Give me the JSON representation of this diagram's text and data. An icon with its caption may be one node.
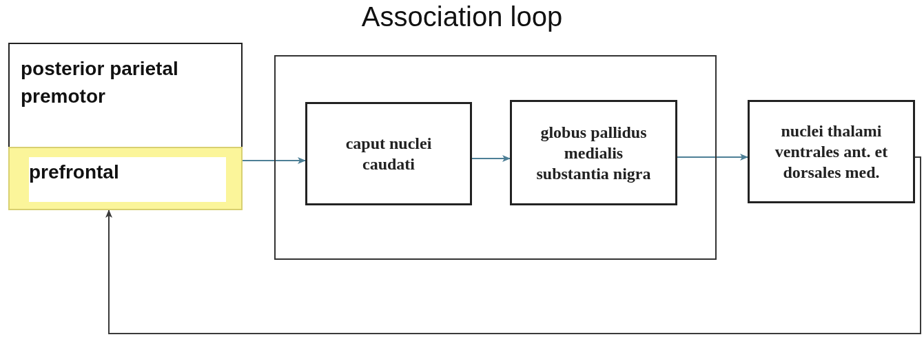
{
  "diagram": {
    "title": "Association loop",
    "nodes": [
      {
        "text": [
          "posterior parietal",
          "premotor"
        ]
      },
      {
        "text": [
          "prefrontal"
        ],
        "in": 0
      },
      {
        "text": [],
        "shape": "box"
      },
      {
        "text": [
          "caput nuclei caudati"
        ],
        "in": 2
      },
      {
        "text": [
          "globus pallidus medialis substantia nigra"
        ],
        "in": 2
      },
      {
        "text": [
          "nuclei thalami ventrales ant. et dorsales med."
        ]
      }
    ],
    "edges": [
      {
        "from": 1,
        "to": 3,
        "arrow": "to"
      },
      {
        "from": 3,
        "to": 4,
        "arrow": "to"
      },
      {
        "from": 4,
        "to": 5,
        "arrow": "to"
      },
      {
        "from": 5,
        "to": 1,
        "arrow": "to",
        "color": "#3a3a3a"
      }
    ]
  }
}
